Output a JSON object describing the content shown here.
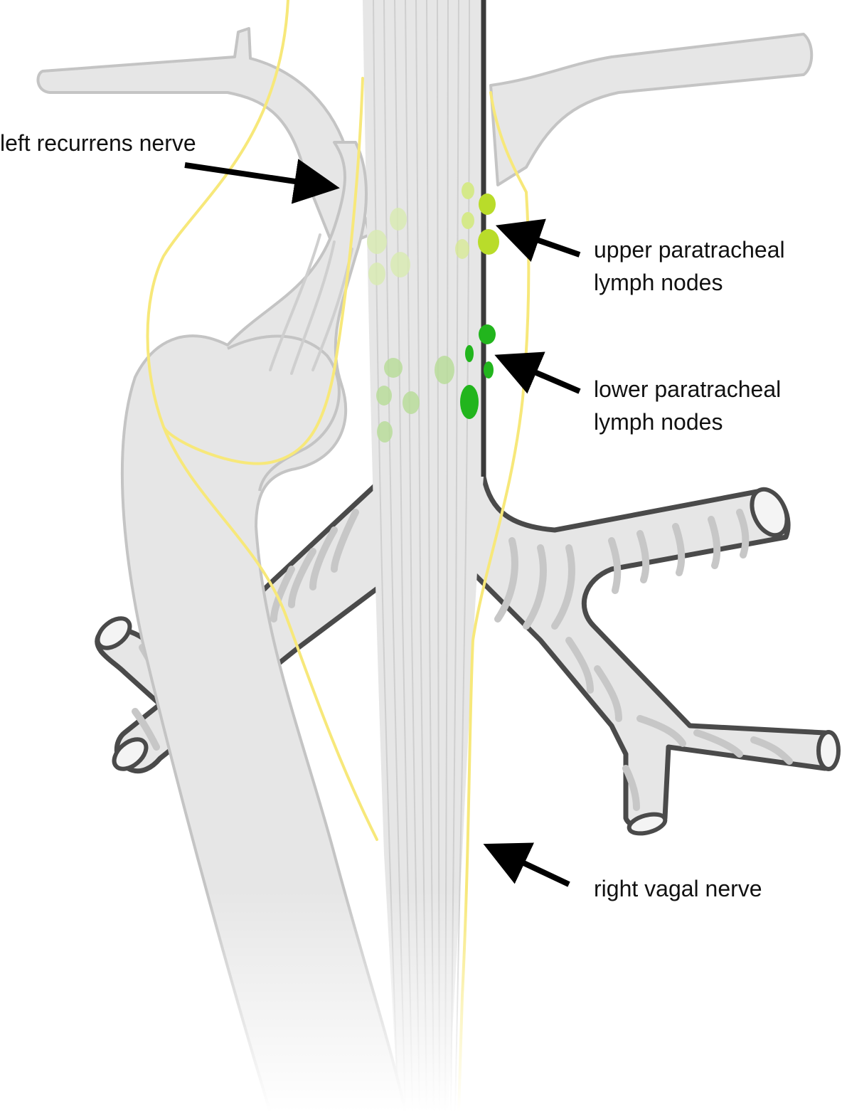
{
  "labels": {
    "left_recurrens_nerve": "left recurrens nerve",
    "upper_paratracheal": [
      "upper paratracheal",
      "lymph nodes"
    ],
    "lower_paratracheal": [
      "lower paratracheal",
      "lymph nodes"
    ],
    "right_vagal_nerve": "right vagal nerve"
  },
  "colors": {
    "vessel_fill": "#e6e6e6",
    "vessel_outline": "#c4c4c4",
    "airway_outline": "#4a4a4a",
    "nerve": "#f7e87a",
    "upper_nodes": "#b9dc2a",
    "lower_nodes": "#22b51d",
    "pale_nodes": "#b8dc9a",
    "arrow": "#000000"
  }
}
